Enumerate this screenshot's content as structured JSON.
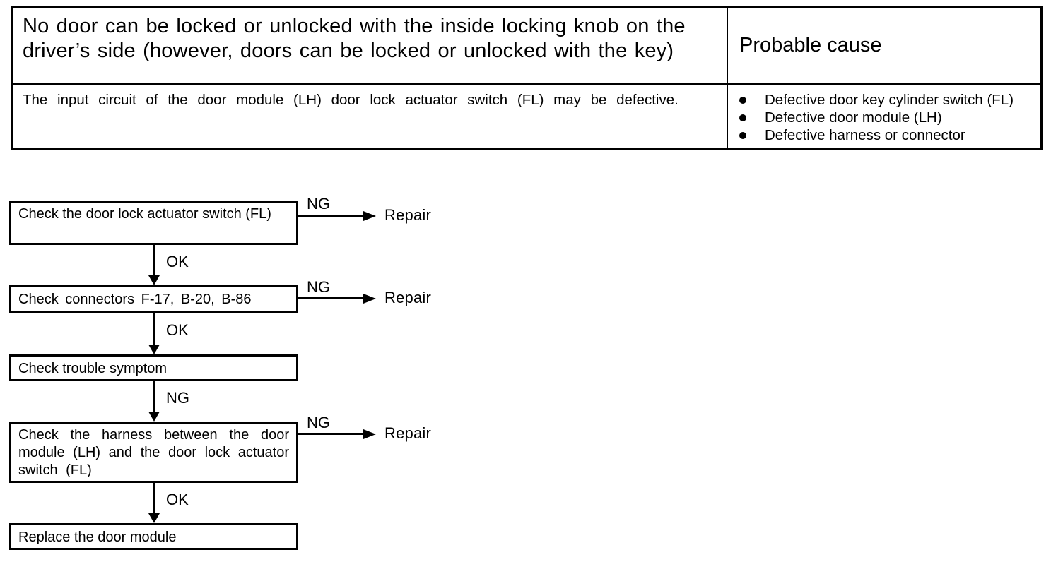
{
  "header_table": {
    "symptom": "No door can be locked or unlocked with the inside locking knob on the driver’s side (however, doors can be locked or unlocked with the key)",
    "probable_cause_label": "Probable cause",
    "detail": "The input circuit of the door module (LH) door lock actuator switch (FL) may be defective.",
    "causes": [
      "Defective door key cylinder switch (FL)",
      "Defective door module (LH)",
      "Defective harness or connector"
    ]
  },
  "flowchart": {
    "steps": [
      {
        "label": "Check the door lock actuator switch (FL)",
        "down_label": "OK",
        "branch": {
          "label": "NG",
          "action": "Repair"
        }
      },
      {
        "label": "Check connectors F-17, B-20, B-86",
        "down_label": "OK",
        "branch": {
          "label": "NG",
          "action": "Repair"
        }
      },
      {
        "label": "Check trouble symptom",
        "down_label": "NG",
        "branch": null
      },
      {
        "label": "Check the harness between the door module (LH) and the door lock actuator switch (FL)",
        "down_label": "OK",
        "branch": {
          "label": "NG",
          "action": "Repair"
        }
      },
      {
        "label": "Replace the door module",
        "down_label": null,
        "branch": null
      }
    ]
  },
  "colors": {
    "line": "#000000",
    "background": "#ffffff"
  }
}
